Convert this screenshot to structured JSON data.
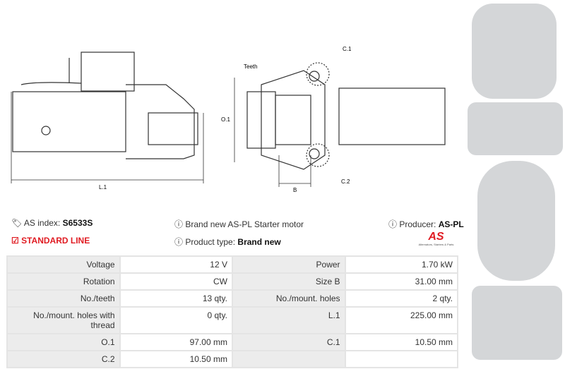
{
  "drawings": {
    "l1_label": "L.1",
    "teeth_label": "Teeth",
    "o1_label": "O.1",
    "b_label": "B",
    "c1_label": "C.1",
    "c2_label": "C.2"
  },
  "info": {
    "as_index_label": "AS index:",
    "as_index_value": "S6533S",
    "standard_line": "STANDARD LINE",
    "description": "Brand new AS-PL Starter motor",
    "product_type_label": "Product type:",
    "product_type_value": "Brand new",
    "producer_label": "Producer:",
    "producer_value": "AS-PL",
    "logo_text": "AS",
    "logo_tagline": "Alternators, Starters & Parts"
  },
  "colors": {
    "accent": "#e01b22"
  },
  "specs": [
    [
      {
        "k": "Voltage",
        "v": "12 V"
      },
      {
        "k": "Power",
        "v": "1.70 kW"
      }
    ],
    [
      {
        "k": "Rotation",
        "v": "CW"
      },
      {
        "k": "Size B",
        "v": "31.00 mm"
      }
    ],
    [
      {
        "k": "No./teeth",
        "v": "13 qty."
      },
      {
        "k": "No./mount. holes",
        "v": "2 qty."
      }
    ],
    [
      {
        "k": "No./mount. holes with thread",
        "v": "0 qty."
      },
      {
        "k": "L.1",
        "v": "225.00 mm"
      }
    ],
    [
      {
        "k": "O.1",
        "v": "97.00 mm"
      },
      {
        "k": "C.1",
        "v": "10.50 mm"
      }
    ],
    [
      {
        "k": "C.2",
        "v": "10.50 mm"
      },
      {
        "k": "",
        "v": ""
      }
    ]
  ]
}
